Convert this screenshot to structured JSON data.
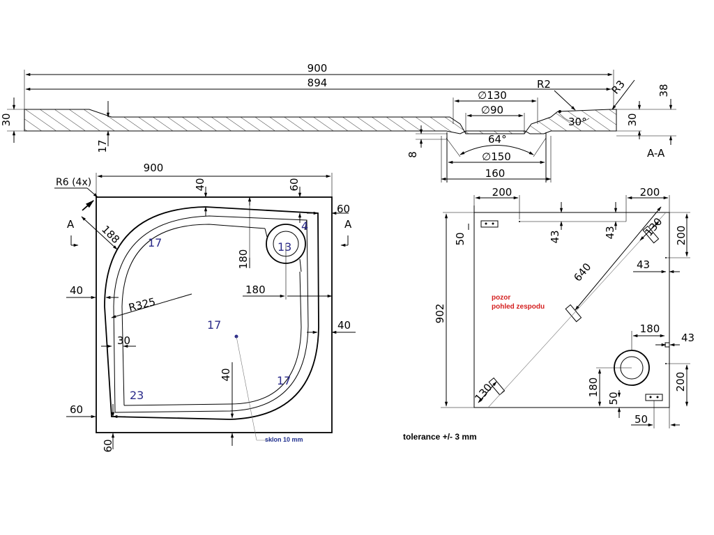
{
  "section": {
    "name": "A-A",
    "dims": {
      "overall": "900",
      "inner": "894",
      "radius_r2": "R2",
      "radius_r3": "R3",
      "total_height": "38",
      "left_height": "30",
      "right_height": "30",
      "floor_thickness": "17",
      "drain_depth": "8",
      "diam_130": "∅130",
      "diam_90": "∅90",
      "diam_150": "∅150",
      "width_160": "160",
      "angle_30": "30°",
      "angle_64": "64°"
    }
  },
  "top_view": {
    "corner_radius": "R6 (4x)",
    "section_mark_left": "A",
    "section_mark_right": "A",
    "dims": {
      "width": "900",
      "top_40": "40",
      "top_60": "60",
      "right_60": "60",
      "chamfer_188": "188",
      "drain_180_v": "180",
      "drain_180_h": "180",
      "left_40": "40",
      "radius": "R325",
      "rim_30": "30",
      "right_40": "40",
      "bottom_40": "40",
      "left_60": "60",
      "bottom_60": "60"
    },
    "slopes": {
      "s1": "17",
      "s2": "4",
      "s3": "13",
      "s4": "17",
      "s5": "17",
      "s6": "23"
    },
    "slope_note": "sklon 10 mm"
  },
  "bottom_view": {
    "warning_line1": "pozor",
    "warning_line2": "pohled zespodu",
    "dims": {
      "top_200_left": "200",
      "top_200_right": "200",
      "v_50": "50",
      "v_43_a": "43",
      "v_43_b": "43",
      "diag_130_top": "130",
      "v_200_right": "200",
      "h_43": "43",
      "diag_640": "640",
      "height_902": "902",
      "h_180": "180",
      "h_43_b": "43",
      "v_180": "180",
      "v_50_b": "50",
      "v_200_b": "200",
      "diag_130_bottom": "130",
      "h_50": "50"
    }
  },
  "tolerance": "tolerance +/- 3 mm"
}
